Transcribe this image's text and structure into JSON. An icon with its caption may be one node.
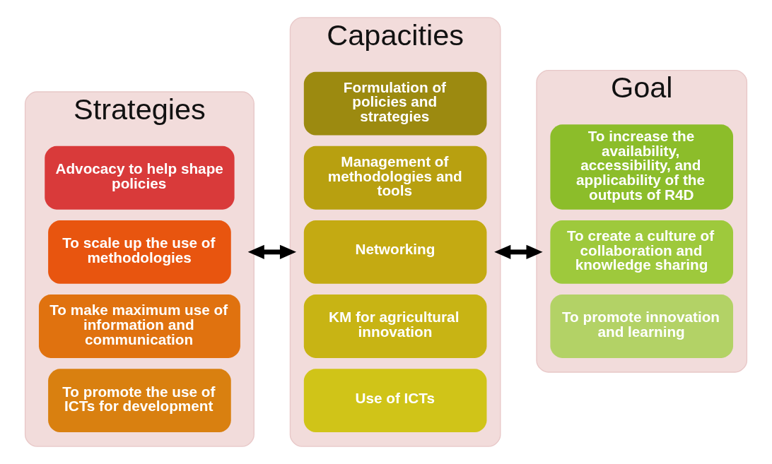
{
  "diagram": {
    "nodes": [
      {
        "text": [
          "Strategies"
        ]
      },
      {
        "text": [
          "Advocacy to help shape policies"
        ],
        "in": 0
      },
      {
        "text": [
          "To scale up the use of methodologies"
        ],
        "in": 0
      },
      {
        "text": [
          "To make maximum use of information and communication"
        ],
        "in": 0
      },
      {
        "text": [
          "To promote the use of ICTs for development"
        ],
        "in": 0
      },
      {
        "text": [
          "Capacities"
        ]
      },
      {
        "text": [
          "Formulation of policies and strategies"
        ],
        "in": 5
      },
      {
        "text": [
          "Management of methodologies and tools"
        ],
        "in": 5
      },
      {
        "text": [
          "Networking"
        ],
        "in": 5
      },
      {
        "text": [
          "KM for agricultural innovation"
        ],
        "in": 5
      },
      {
        "text": [
          "Use of ICTs"
        ],
        "in": 5
      },
      {
        "text": [
          "Goal"
        ]
      },
      {
        "text": [
          "To increase the availability, accessibility, and applicability of the outputs of R4D"
        ],
        "in": 11
      },
      {
        "text": [
          "To create a culture of collaboration and knowledge sharing"
        ],
        "in": 11
      },
      {
        "text": [
          "To promote innovation and learning"
        ],
        "in": 11
      }
    ],
    "edges": [
      {
        "from": 0,
        "to": 5,
        "arrow": "both"
      },
      {
        "from": 5,
        "to": 11,
        "arrow": "both"
      }
    ]
  }
}
